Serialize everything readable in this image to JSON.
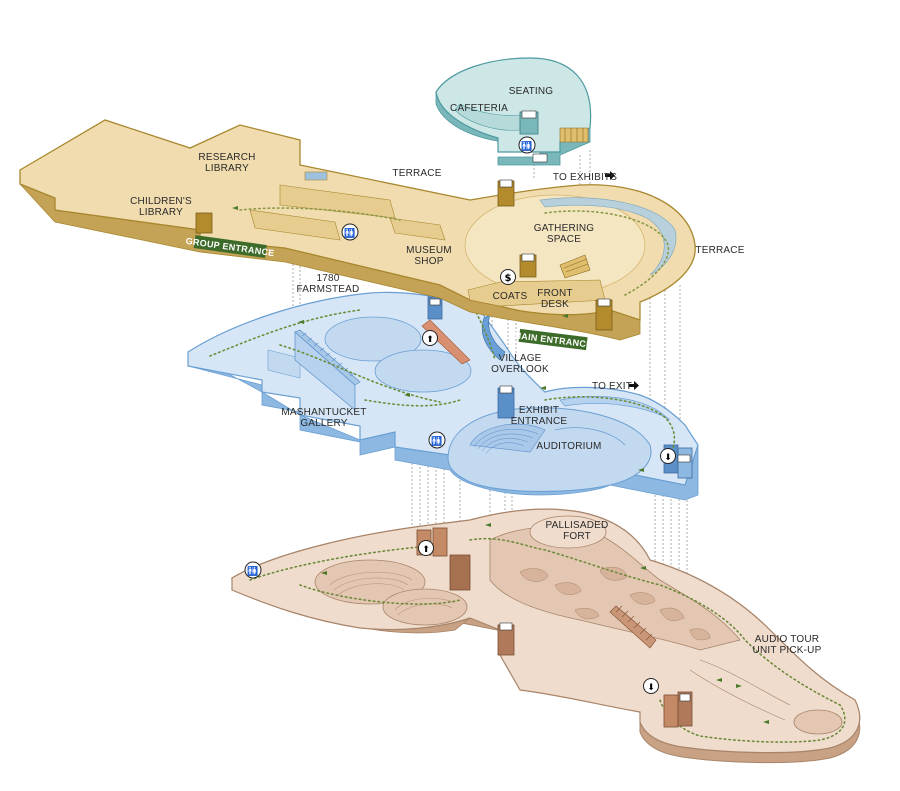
{
  "colors": {
    "upper_fill": "#f0dcae",
    "upper_side": "#c4a356",
    "upper_edge": "#a8872e",
    "upper_inner": "#e6cc8e",
    "cafe_fill": "#cde6e6",
    "cafe_side": "#7ab7bb",
    "cafe_edge": "#4d9aa0",
    "mid_fill": "#d6e6f6",
    "mid_side": "#8db8e2",
    "mid_edge": "#6a9fd3",
    "mid_inner": "#c3d9f0",
    "low_fill": "#efdccd",
    "low_side": "#c9a184",
    "low_edge": "#a8856a",
    "low_inner": "#e3c7b2",
    "entrance_badge": "#3c6b2a",
    "stair_upper": "#b38a2c",
    "stair_mid": "#5a8fc8",
    "stair_low": "#b07a5a",
    "path_upper": "#8b9a48",
    "path_mid": "#6a8f3a",
    "path_low": "#6d8a3a"
  },
  "upper_level": {
    "research_library": [
      "RESEARCH",
      "LIBRARY"
    ],
    "childrens_library": [
      "CHILDREN'S",
      "LIBRARY"
    ],
    "terrace_top": "TERRACE",
    "terrace_right": "TERRACE",
    "museum_shop": [
      "MUSEUM",
      "SHOP"
    ],
    "gathering_space": [
      "GATHERING",
      "SPACE"
    ],
    "coats": "COATS",
    "front_desk": [
      "FRONT",
      "DESK"
    ],
    "to_exhibits": "TO EXHIBITS",
    "group_entrance": "GROUP ENTRANCE",
    "main_entrance": "MAIN ENTRANCE"
  },
  "cafeteria_level": {
    "seating": "SEATING",
    "cafeteria": "CAFETERIA"
  },
  "middle_level": {
    "farmstead": [
      "1780",
      "FARMSTEAD"
    ],
    "mashantucket_gallery": [
      "MASHANTUCKET",
      "GALLERY"
    ],
    "village_overlook": [
      "VILLAGE",
      "OVERLOOK"
    ],
    "exhibit_entrance": [
      "EXHIBIT",
      "ENTRANCE"
    ],
    "auditorium": "AUDITORIUM",
    "to_exit": "TO EXIT"
  },
  "lower_level": {
    "pallisaded_fort": [
      "PALLISADED",
      "FORT"
    ],
    "audio_tour": [
      "AUDIO TOUR",
      "UNIT PICK-UP"
    ]
  },
  "icons": {
    "restroom": "restroom-icon",
    "elevator": "elevator-icon",
    "money": "dollar-icon",
    "up": "up-arrow-icon",
    "down": "down-arrow-icon",
    "arrow_right": "right-arrow-icon"
  },
  "icon_glyphs": {
    "dollar": "$",
    "restroom": "🚻",
    "up": "⬆",
    "down": "⬇"
  }
}
